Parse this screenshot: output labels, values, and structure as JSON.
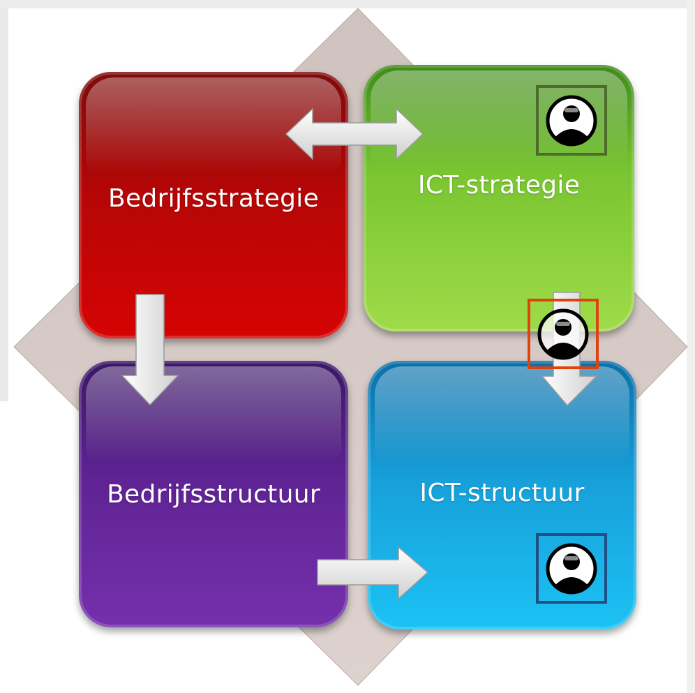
{
  "quadrants": {
    "business_strategy": "Bedrijfsstrategie",
    "ict_strategy": "ICT-strategie",
    "business_structure": "Bedrijfsstructuur",
    "ict_structure": "ICT-structuur"
  },
  "colors": {
    "business_strategy": "#c00404",
    "ict_strategy": "#86cc3a",
    "business_structure": "#6a2aa0",
    "ict_structure": "#16aee6",
    "diamond": "#d6c9c5",
    "arrow_fill": "#e8e8e8",
    "avatar_box_green": "#4d6b2a",
    "avatar_box_orange": "#e0420c",
    "avatar_box_blue": "#1f4f86"
  },
  "icons": {
    "avatar": "person-avatar-icon",
    "arrow_double": "double-arrow-icon",
    "arrow_down": "arrow-down-icon",
    "arrow_right": "arrow-right-icon"
  }
}
